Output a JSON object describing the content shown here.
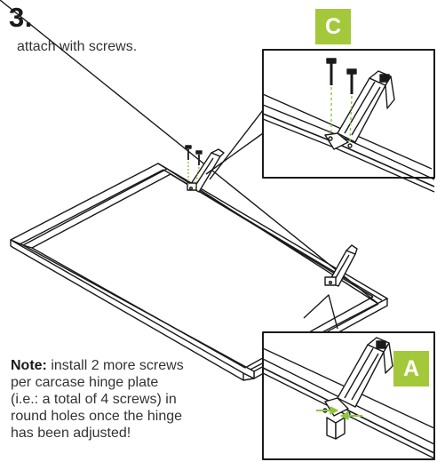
{
  "step": {
    "number": "3.",
    "instruction": "attach with screws."
  },
  "note": {
    "label": "Note:",
    "text": " install 2 more screws per carcase hinge plate (i.e.: a total of 4 screws) in round holes once the hinge has been adjusted!"
  },
  "callouts": {
    "top": "C",
    "bottom": "A"
  },
  "colors": {
    "accent": "#a3c93a",
    "line": "#1a1a1a",
    "guide": "#8dc63f"
  },
  "icons": [
    "screw-icon",
    "hinge-icon",
    "arrow-icon"
  ]
}
